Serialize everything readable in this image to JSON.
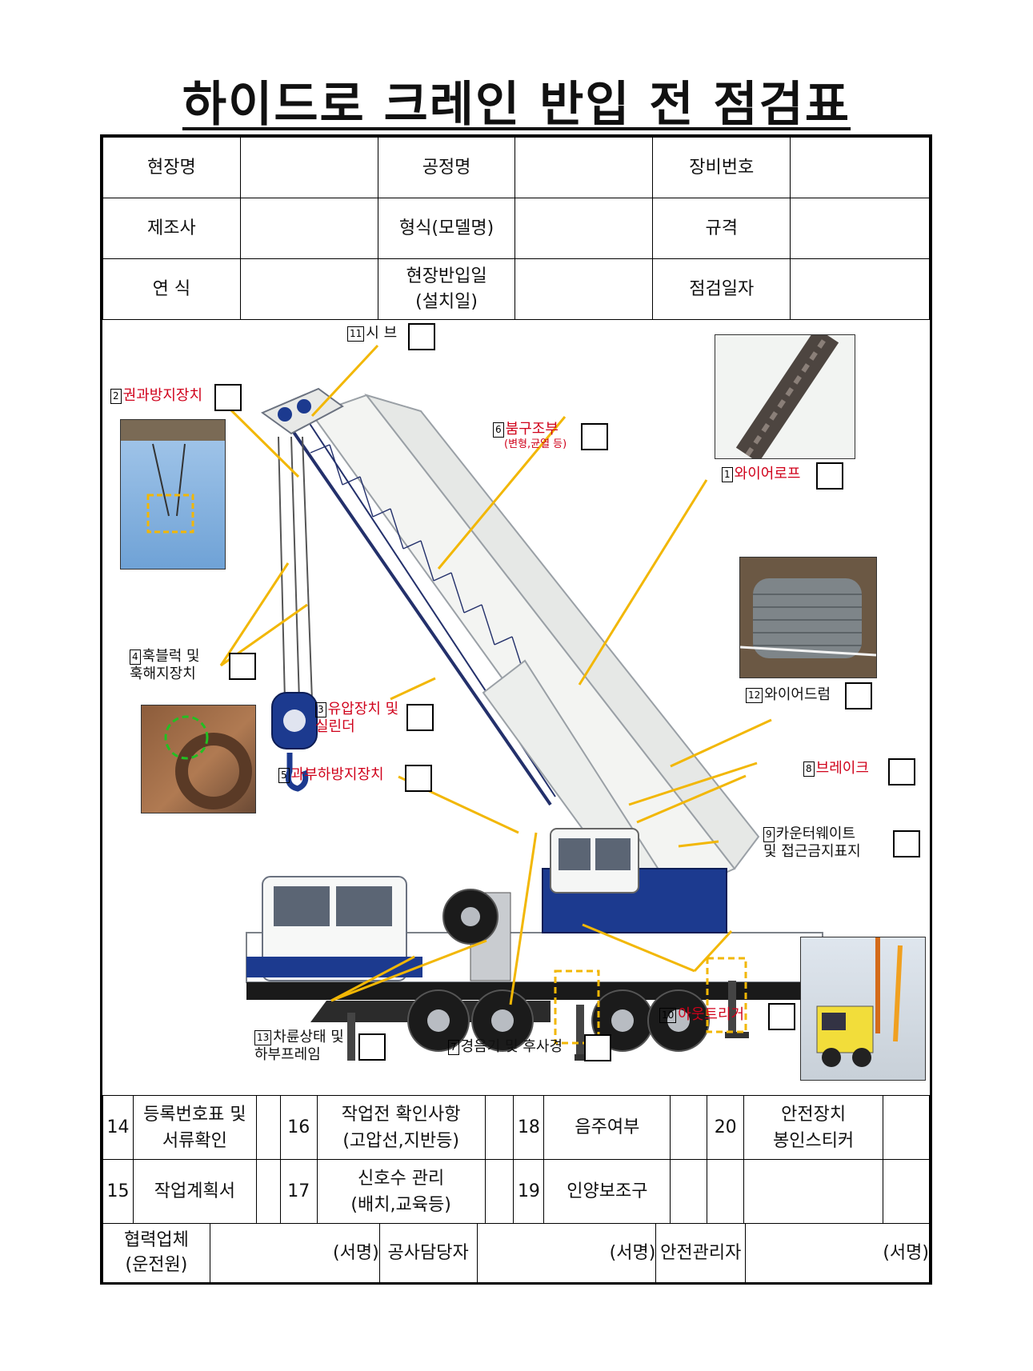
{
  "title": "하이드로 크레인 반입 전 점검표",
  "info_table": {
    "rows": [
      [
        "현장명",
        "",
        "공정명",
        "",
        "장비번호",
        ""
      ],
      [
        "제조사",
        "",
        "형식(모델명)",
        "",
        "규격",
        ""
      ],
      [
        "연 식",
        "",
        "현장반입일\n(설치일)",
        "",
        "점검일자",
        ""
      ]
    ]
  },
  "check_items": {
    "i1": {
      "num": "1",
      "label": "와이어로프"
    },
    "i2": {
      "num": "2",
      "label": "권과방지장치"
    },
    "i3": {
      "num": "3",
      "label": "유압장치 및\n실린더"
    },
    "i4": {
      "num": "4",
      "label": "훅블럭 및\n훅해지장치"
    },
    "i5": {
      "num": "5",
      "label": "과부하방지장치"
    },
    "i6": {
      "num": "6",
      "label": "붐구조부",
      "sub": "(변형,균열 등)"
    },
    "i7": {
      "num": "7",
      "label": "경음기 및 후사경"
    },
    "i8": {
      "num": "8",
      "label": "브레이크"
    },
    "i9": {
      "num": "9",
      "label": "카운터웨이트\n및 접근금지표지"
    },
    "i10": {
      "num": "10",
      "label": "아웃트리거"
    },
    "i11": {
      "num": "11",
      "label": "시 브"
    },
    "i12": {
      "num": "12",
      "label": "와이어드럼"
    },
    "i13": {
      "num": "13",
      "label": "차륜상태 및\n하부프레임"
    }
  },
  "bottom_table": {
    "row1": [
      {
        "num": "14",
        "label": "등록번호표 및\n서류확인"
      },
      {
        "num": "16",
        "label": "작업전 확인사항\n(고압선,지반등)"
      },
      {
        "num": "18",
        "label": "음주여부"
      },
      {
        "num": "20",
        "label": "안전장치\n봉인스티커"
      }
    ],
    "row2": [
      {
        "num": "15",
        "label": "작업계획서"
      },
      {
        "num": "17",
        "label": "신호수 관리\n(배치,교육등)"
      },
      {
        "num": "19",
        "label": "인양보조구"
      }
    ]
  },
  "signature_row": {
    "cells": [
      "협력업체\n(운전원)",
      "(서명)",
      "공사담당자",
      "(서명)",
      "안전관리자",
      "(서명)"
    ]
  },
  "colors": {
    "accent_red": "#d0021b",
    "leader_line": "#f2b705",
    "crane_blue": "#1c3a8f",
    "dashed_green": "#22c022"
  }
}
